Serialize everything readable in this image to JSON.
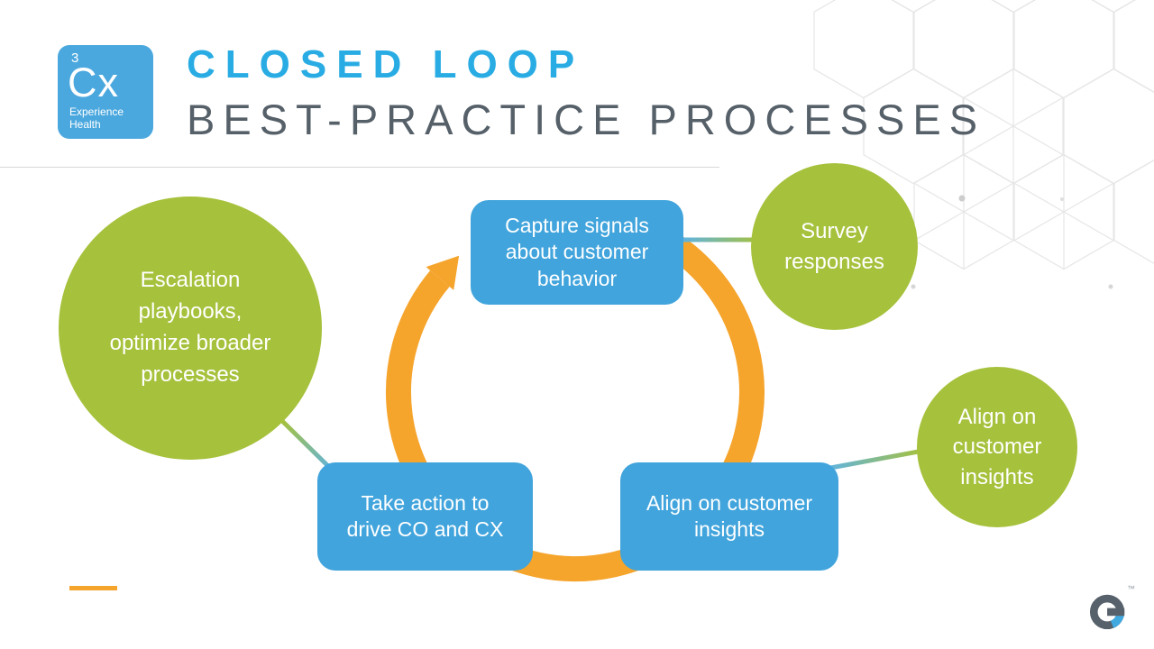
{
  "logo_badge": {
    "number": "3",
    "symbol": "Cx",
    "caption_line1": "Experience",
    "caption_line2": "Health"
  },
  "title": {
    "line1": "CLOSED LOOP",
    "line2": "BEST-PRACTICE PROCESSES"
  },
  "diagram": {
    "boxes": [
      {
        "label": "Capture signals\nabout customer\nbehavior"
      },
      {
        "label": "Take action to\ndrive CO and CX"
      },
      {
        "label": "Align on customer\ninsights"
      }
    ],
    "circles": [
      {
        "label": "Escalation\nplaybooks,\noptimize broader\nprocesses"
      },
      {
        "label": "Survey\nresponses"
      },
      {
        "label": "Align on\ncustomer\ninsights"
      }
    ]
  },
  "footer": {
    "trademark": "™"
  },
  "colors": {
    "accent_blue": "#41A4DC",
    "badge_blue": "#4BA8DE",
    "accent_green": "#A6C13C",
    "accent_orange": "#F5A42C",
    "title_cyan": "#29ACE3",
    "title_gray": "#566069",
    "hex_line_gray": "#e6e6e6"
  }
}
